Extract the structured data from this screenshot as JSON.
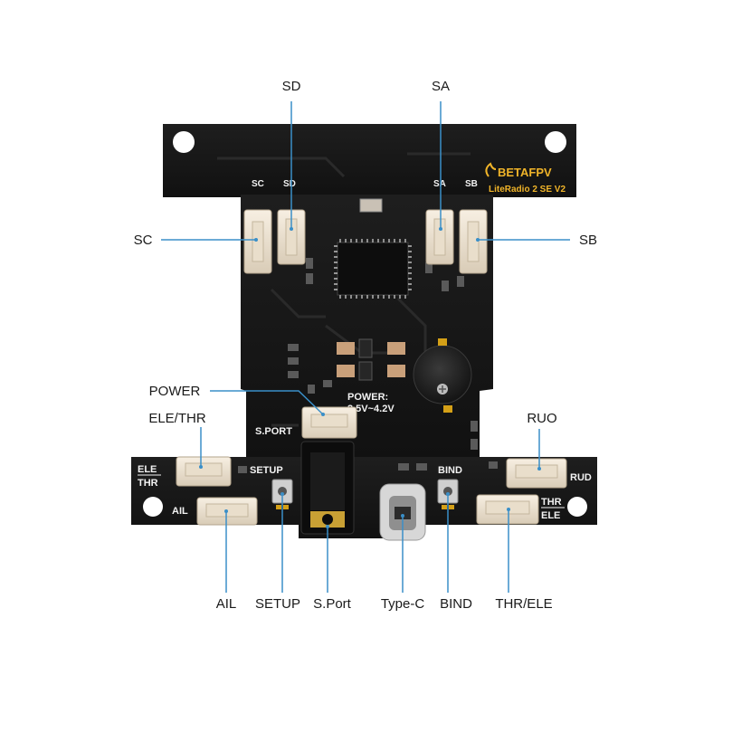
{
  "board": {
    "brand": "BETAFPV",
    "model": "LiteRadio 2 SE  V2",
    "power_label_1": "POWER:",
    "power_label_2": "3.5V~4.2V"
  },
  "silkscreen": {
    "sc": "SC",
    "sd": "SD",
    "sa": "SA",
    "sb": "SB",
    "sport": "S.PORT",
    "setup": "SETUP",
    "bind": "BIND",
    "ele": "ELE",
    "thr": "THR",
    "ail": "AIL",
    "rud": "RUD",
    "thr2": "THR",
    "ele2": "ELE"
  },
  "callouts": {
    "sd": "SD",
    "sa": "SA",
    "sc": "SC",
    "sb": "SB",
    "power": "POWER",
    "ele_thr": "ELE/THR",
    "ruo": "RUO",
    "ail": "AIL",
    "setup": "SETUP",
    "sport": "S.Port",
    "typec": "Type-C",
    "bind": "BIND",
    "thr_ele": "THR/ELE"
  }
}
